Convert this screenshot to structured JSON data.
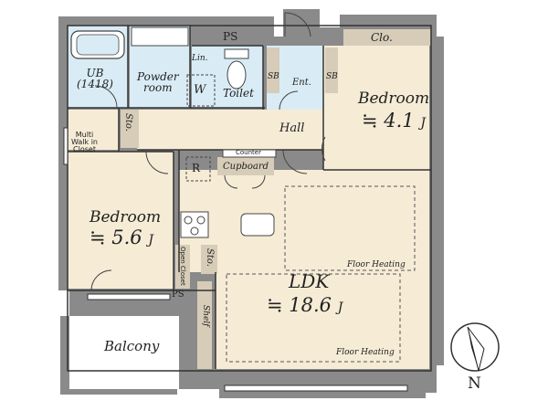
{
  "labels": {
    "ub": "UB",
    "ub_size": "(1418)",
    "powder_line1": "Powder",
    "powder_line2": "room",
    "washer": "W",
    "linen": "Lin.",
    "toilet": "Toilet",
    "ps_top": "PS",
    "shoe_box_left": "SB",
    "shoe_box_right": "SB",
    "entrance": "Ent.",
    "closet": "Clo.",
    "bedroom_right": "Bedroom",
    "bedroom_right_area": "≒ 4.1",
    "bedroom_right_unit": "J",
    "hall": "Hall",
    "storage_upper": "Sto.",
    "walk_in_line1": "Multi",
    "walk_in_line2": "Walk in",
    "walk_in_line3": "Closet",
    "counter": "Counter",
    "refrigerator": "R",
    "cupboard": "Cupboard",
    "bedroom_left": "Bedroom",
    "bedroom_left_area": "≒ 5.6",
    "bedroom_left_unit": "J",
    "open_closet": "Open Closet",
    "storage_lower": "Sto.",
    "floor_heating_upper": "Floor Heating",
    "ldk": "LDK",
    "ldk_area": "≒ 18.6",
    "ldk_unit": "J",
    "ps_lower": "PS",
    "shelf": "Shelf",
    "balcony": "Balcony",
    "floor_heating_lower": "Floor Heating",
    "north": "N"
  },
  "colors": {
    "wall": "#8a8a8a",
    "wet_area": "#d9ecf6",
    "living_area": "#f6ecd6",
    "storage": "#d6ccb8",
    "balcony": "#ffffff",
    "line": "#333333"
  }
}
